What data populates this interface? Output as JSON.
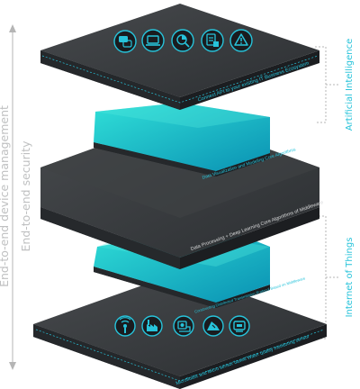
{
  "side_labels": {
    "device_management": "End-to-end device management",
    "security": "End-to-end security",
    "artificial_intelligence": "Artificial Intelligence",
    "internet_of_things": "Internet of Things"
  },
  "layers": [
    {
      "id": "layer-api",
      "style": "dark",
      "label": "Connect API to your existing IT Business Ecosystem",
      "icons": [
        "chat-icon",
        "laptop-icon",
        "analytics-icon",
        "reports-icon",
        "alert-icon"
      ]
    },
    {
      "id": "layer-visualization",
      "style": "teal",
      "label": "Data Visualization and Modeling Core Algorithms",
      "icons": []
    },
    {
      "id": "layer-processing",
      "style": "dark",
      "label": "Data Processing + Deep Learning Core Algorithms of Middleware",
      "icons": []
    },
    {
      "id": "layer-transmission",
      "style": "teal",
      "label": "Constructing Distributed Transmission Protocol Based on Middleware",
      "icons": []
    },
    {
      "id": "layer-sensors",
      "style": "dark",
      "label": "Microfluidic and Micro sensor based Water quality monitoring sensor",
      "icons": [
        "signal-icon",
        "factory-icon",
        "meter-icon",
        "excavator-icon",
        "device-icon"
      ]
    }
  ],
  "colors": {
    "dark_top": "#3a3d40",
    "dark_side": "#1e2023",
    "teal_top_start": "#2ad6d2",
    "teal_top_end": "#0b98b6",
    "accent": "#27c3da",
    "label_gray": "#c7c8c9",
    "bracket": "#b5b5b5"
  }
}
